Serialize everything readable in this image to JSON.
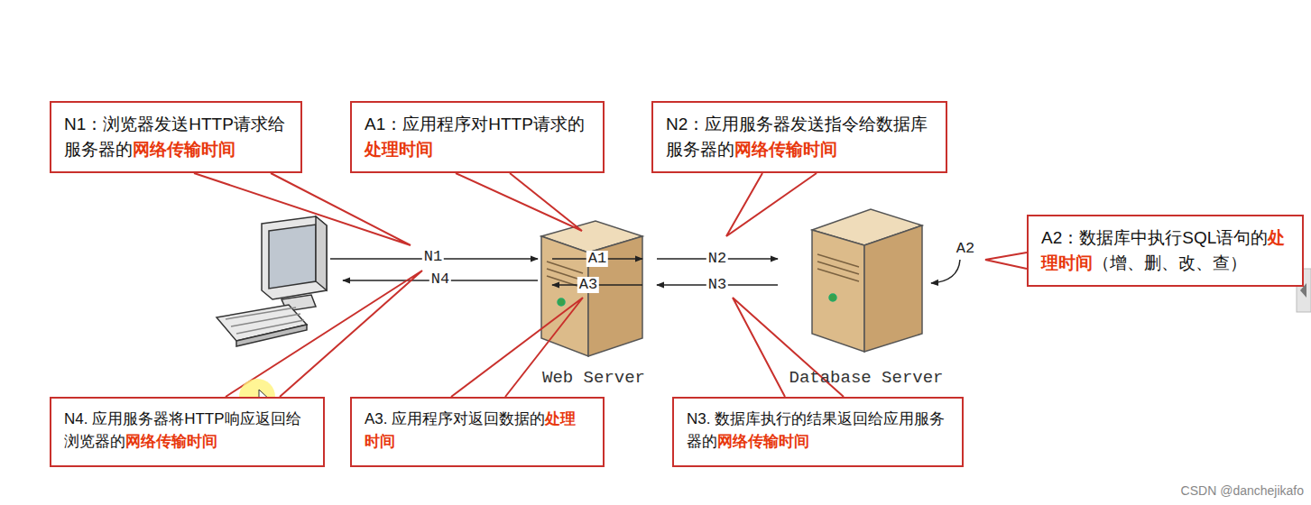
{
  "diagram": {
    "nodes": [
      {
        "text": [
          "N1：浏览器发送HTTP请求给服务器的",
          "网络传输时间"
        ]
      },
      {
        "text": [
          "A1：应用程序对HTTP请求的",
          "处理时间"
        ]
      },
      {
        "text": [
          "N2：应用服务器发送指令给数据库服务器的",
          "网络传输时间"
        ]
      },
      {
        "text": [
          "Web Server"
        ]
      },
      {
        "text": [
          "Database Server"
        ]
      },
      {
        "text": [
          "A2：数据库中执行SQL语句的",
          "处理时间",
          "（增、删、改、查）"
        ]
      },
      {
        "text": [
          "N4. 应用服务器将HTTP响应返回给浏览器的",
          "网络传输时间"
        ]
      },
      {
        "text": [
          "A3. 应用程序对返回数据的",
          "处理时间"
        ]
      },
      {
        "text": [
          "N3. 数据库执行的结果返回给应用服务器的",
          "网络传输时间"
        ]
      }
    ],
    "edges": [
      {
        "from": 3,
        "to": 4,
        "arrow": "to",
        "label": "N2"
      },
      {
        "from": 4,
        "to": 3,
        "arrow": "to",
        "label": "N3"
      }
    ],
    "labels": [
      "N1",
      "N4",
      "A1",
      "A3",
      "A2",
      "CSDN @danchejikafo"
    ]
  }
}
